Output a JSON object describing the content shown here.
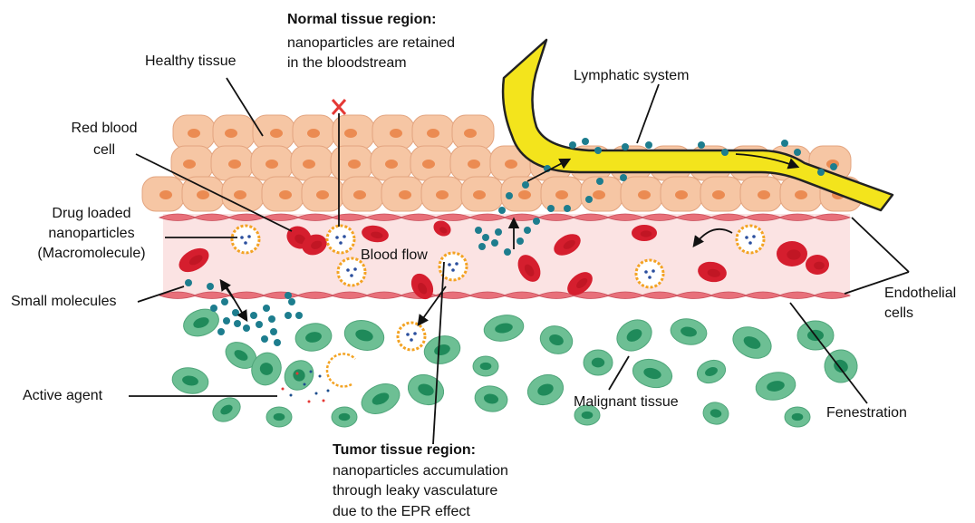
{
  "labels": {
    "healthy_tissue": "Healthy tissue",
    "normal_title": "Normal tissue region:",
    "normal_line1": "nanoparticles are retained",
    "normal_line2": "in the bloodstream",
    "red_blood_cell_1": "Red blood",
    "red_blood_cell_2": "cell",
    "drug_loaded_1": "Drug loaded",
    "drug_loaded_2": "nanoparticles",
    "drug_loaded_3": "(Macromolecule)",
    "small_molecules": "Small molecules",
    "active_agent": "Active agent",
    "blood_flow": "Blood flow",
    "lymphatic_system": "Lymphatic system",
    "endothelial_1": "Endothelial",
    "endothelial_2": "cells",
    "fenestration": "Fenestration",
    "malignant_tissue": "Malignant tissue",
    "tumor_title": "Tumor tissue region:",
    "tumor_line1": "nanoparticles accumulation",
    "tumor_line2": "through leaky vasculature",
    "tumor_line3": "due to the EPR effect"
  },
  "colors": {
    "healthy_cell": "#f6c6a4",
    "healthy_cell_edge": "#e3a47f",
    "healthy_nucleus": "#eb8b52",
    "vessel": "#fbe3e3",
    "endothelial": "#e8707a",
    "rbc": "#d51e2e",
    "tumor_cell": "#6dbf94",
    "tumor_nucleus": "#1f8a5a",
    "particle": "#1d7d8e",
    "lymph": "#f3e41c",
    "nano_ring": "#f3a323",
    "block_mark": "#e53935"
  }
}
